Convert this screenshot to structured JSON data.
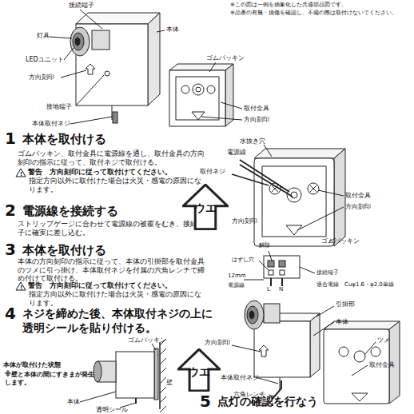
{
  "diagram": {
    "nodes": [
      {
        "text": [
          "ウエ"
        ]
      },
      {
        "text": [
          "ウエ"
        ]
      }
    ],
    "labels": [
      "※この図は一例を抽象化した共通部品図です。",
      "※品番の有無・損傷を確認し、不備の際は取付けないでください。",
      "接続端子",
      "灯具",
      "LEDユニット",
      "方向刻印",
      "接地端子",
      "本体取付ネジ",
      "本体",
      "ゴムパッキン",
      "取付金具",
      "方向刻印",
      "1",
      "本体を取付ける",
      "ゴムパッキン、取付金具に電源線を通し、取付金具の方向刻印の指示に従って、取付ネジで取付ける。",
      "警告　方向刻印に従って取付けてください。",
      "指定方向以外に取付けた場合は火災・感電の原因になります。",
      "水抜き穴",
      "電源線",
      "取付ネジ",
      "取付金具",
      "方向刻印",
      "ゴムパッキン",
      "方向刻印",
      "2",
      "電源線を接続する",
      "ストリップゲージに合わせて電源線の被覆をむき、接続端子に確実に差し込む。",
      "解除",
      "はずし穴",
      "接続端子",
      "12mm",
      "電源線",
      "L",
      "N",
      "適合電線　Cuφ1.6・φ2.0単線",
      "3",
      "本体を取付ける",
      "本体の方向刻印の指示に従って、本体の引掛部を取付金具のツメに引っ掛け、本体取付ネジを付属の六角レンチで締め付けて取付ける。",
      "警告　方向刻印に従って取付けてください。",
      "指定方向以外に取付けた場合は火災・感電の原因になります。",
      "4",
      "ネジを締めた後、本体取付ネジの上に透明シールを貼り付ける。",
      "引掛部",
      "本体",
      "ツメ",
      "取付金具",
      "方向刻印",
      "本体取付ネジ",
      "六角レンチ",
      "5",
      "点灯の確認を行なう",
      "ゴムパッキン",
      "壁",
      "本体が取付けた状態",
      "※壁と本体の間にすきまが発生します。",
      "本体",
      "透明シール"
    ]
  }
}
